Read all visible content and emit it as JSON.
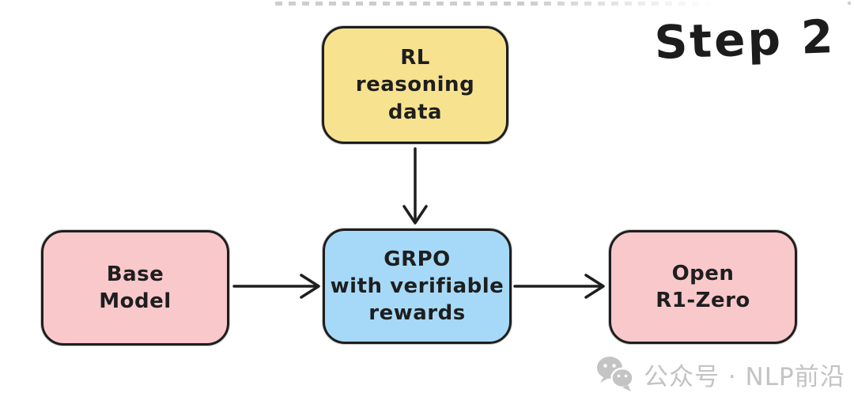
{
  "header": {
    "step_label": "Step 2"
  },
  "diagram": {
    "stroke_color": "#1e1e1e",
    "nodes": [
      {
        "id": "rl-reasoning-data",
        "lines": [
          "RL",
          "reasoning",
          "data"
        ],
        "fill": "#f7e28f"
      },
      {
        "id": "base-model",
        "lines": [
          "Base",
          "Model"
        ],
        "fill": "#f9c8cb"
      },
      {
        "id": "grpo-verifiable-rewards",
        "lines": [
          "GRPO",
          "with verifiable",
          "rewards"
        ],
        "fill": "#a6d9f7"
      },
      {
        "id": "open-r1-zero",
        "lines": [
          "Open",
          "R1-Zero"
        ],
        "fill": "#f9c8cb"
      }
    ],
    "connections": [
      {
        "from": "rl-reasoning-data",
        "to": "grpo-verifiable-rewards",
        "direction": "down"
      },
      {
        "from": "base-model",
        "to": "grpo-verifiable-rewards",
        "direction": "right"
      },
      {
        "from": "grpo-verifiable-rewards",
        "to": "open-r1-zero",
        "direction": "right"
      }
    ]
  },
  "watermark": {
    "icon": "wechat-icon",
    "text": "公众号 · NLP前沿",
    "color": "#c3c3c3"
  }
}
